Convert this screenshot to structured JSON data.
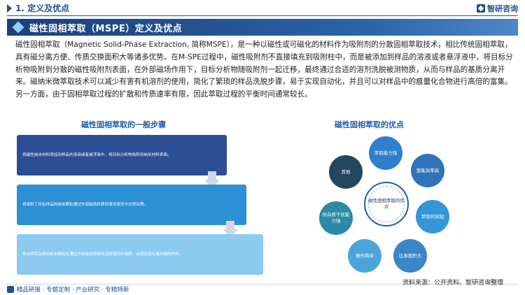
{
  "header": {
    "section_title": "1. 定义及优点",
    "brand": "智研咨询"
  },
  "banner": {
    "title": "磁性固相萃取（MSPE）定义及优点"
  },
  "intro": {
    "text": "磁性固相萃取（Magnetic Solid-Phase Extraction, 简称MSPE），是一种以磁性或可磁化的材料作为吸附剂的分散固相萃取技术，相比传统固相萃取，具有磁分离方便、传质交换面积大等诸多优势。在M-SPE过程中，磁性吸附剂不直接填充到吸附柱中，而是被添加到样品的溶液或者悬浮液中，将目标分析物吸附到分散的磁性吸附剂表面，在外部磁场作用下，目标分析物随吸附剂一起迁移，最终通过合适的溶剂洗脱被测物质，从而与样品的基质分离开来。磁纳米微萃取技术可以减少有害有机溶剂的使用，简化了繁琐的样品洗脱步骤，易于实现自动化，并且可以对样品中的痕量化合物进行高倍的富集。另一方面，由于固相萃取过程的扩散和传质速率有限，因此萃取过程的平衡时间通常较长。"
  },
  "steps": {
    "title": "磁性固相萃取的一般步骤",
    "items": [
      {
        "text": "将磁性纳米材料添加到样品的溶液或者悬浮液中，将目标分析物吸附到纳米材料表面。"
      },
      {
        "text": "将吸附了目标样品的纳米颗粒通过外部磁场转移到清洗溶剂中去除杂质。"
      },
      {
        "text": "将去除完杂质的纳米颗粒在通过外部磁场转移到洗脱溶剂中洗脱，从而达到分离浓缩的作用。"
      }
    ]
  },
  "advantages": {
    "title": "磁性固相萃取的优点",
    "center": "磁性固相萃取的优点",
    "items": [
      "萃取能力强",
      "富集效率高",
      "萃取时间短",
      "比表面积大",
      "操作简单",
      "抗杂质干扰能力强",
      "其他"
    ]
  },
  "source": "资料来源：公开资料、智研咨询整理",
  "footer": "精品研报 · 专题定制 · 产业研究 · 专精特新",
  "colors": {
    "primary": "#1e4f8f",
    "step1": "#2c4e94",
    "step2": "#2c91d4",
    "step3": "#8ccaf0"
  },
  "icons": [
    "triangle-marker-icon",
    "brand-logo-icon",
    "diamond-icon",
    "down-arrow-icon",
    "footer-icon"
  ]
}
